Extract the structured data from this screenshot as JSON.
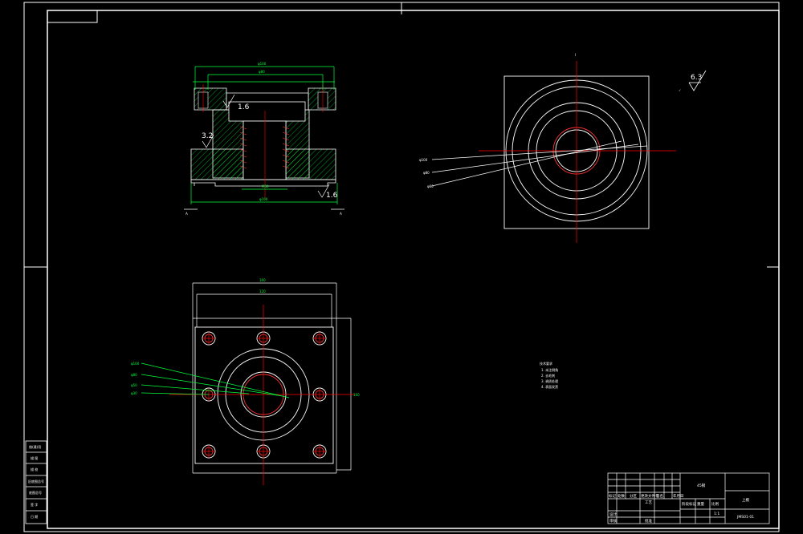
{
  "colors": {
    "background": "#000000",
    "outline": "#ffffff",
    "dimension": "#00ff3c",
    "centerline": "#ff0000",
    "hatch": "#00ff3c",
    "thread": "#ff3030"
  },
  "roughness": {
    "front_inner": "1.6",
    "front_left": "3.2",
    "front_bottom": "1.6",
    "general": "6.3"
  },
  "section_marks": {
    "left": "A",
    "right": "A",
    "top": "I"
  },
  "dimensions": {
    "front_outer_width": "φ100",
    "front_bolt_circle": "φ80",
    "front_bore": "M30",
    "front_base_width": "φ100",
    "side_1": "φ100",
    "side_2": "φ80",
    "side_3": "φ60",
    "top_width_outer": "160",
    "top_width_inner": "120",
    "top_height": "160",
    "top_1": "φ100",
    "top_2": "φ80",
    "top_3": "φ50",
    "top_4": "φ30"
  },
  "notes": {
    "title": "技术要求",
    "items": [
      "1. 未注倒角",
      "2. 去毛刺",
      "3. 调质处理",
      "4. 表面发黑"
    ]
  },
  "left_strip": [
    "借(通)用",
    "描 图",
    "描 校",
    "旧底图总号",
    "底图总号",
    "签 字",
    "日 期"
  ],
  "title_block": {
    "name": "上模",
    "material": "45钢",
    "scale": "1:1",
    "drawing_no": "JMS01-01",
    "rows": [
      "标记",
      "处数",
      "分区",
      "更改文件号",
      "签名",
      "年月日"
    ],
    "sign_labels": [
      "设计",
      "审核",
      "工艺",
      "批准"
    ],
    "stage": "阶段标记",
    "weight": "重量",
    "ratio": "比例"
  }
}
